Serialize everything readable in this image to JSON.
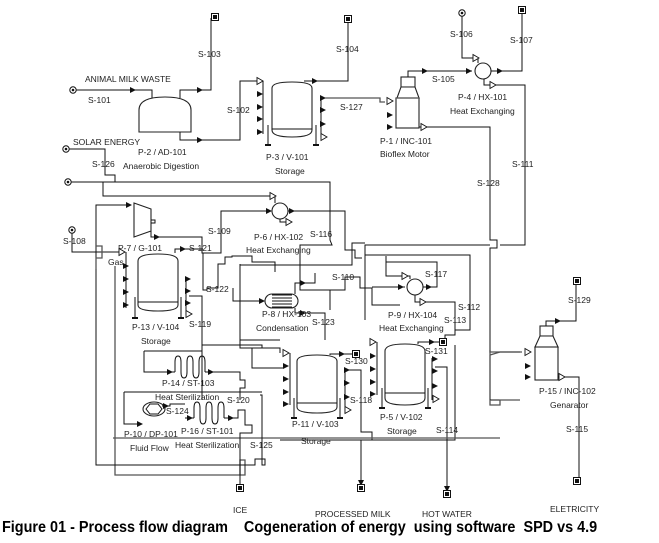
{
  "figure": {
    "caption": "Figure 01 - Process flow diagram    Cogeneration of energy  using software  SPD vs 4.9"
  },
  "labels": {
    "animal_milk_waste": "ANIMAL MILK WASTE",
    "solar_energy": "SOLAR ENERGY",
    "gas": "Gas",
    "ice": "ICE",
    "processed_milk": "PROCESSED MILK",
    "hot_water": "HOT WATER",
    "electricity": "ELETRICITY"
  },
  "equipment": {
    "p2": {
      "id": "P-2 / AD-101",
      "desc": "Anaerobic Digestion"
    },
    "p3": {
      "id": "P-3 / V-101",
      "desc": "Storage"
    },
    "p1": {
      "id": "P-1 / INC-101",
      "desc": "Bioflex Motor"
    },
    "p4": {
      "id": "P-4 / HX-101",
      "desc": "Heat Exchanging"
    },
    "p6": {
      "id": "P-6 / HX-102",
      "desc": "Heat Exchanging"
    },
    "p7": {
      "id": "P-7 / G-101",
      "desc": ""
    },
    "p13": {
      "id": "P-13 / V-104",
      "desc": "Storage"
    },
    "p8": {
      "id": "P-8 / HX-103",
      "desc": "Condensation"
    },
    "p9": {
      "id": "P-9 / HX-104",
      "desc": "Heat Exchanging"
    },
    "p14": {
      "id": "P-14 / ST-103",
      "desc": "Heat Sterilization"
    },
    "p10": {
      "id": "P-10 / DP-101",
      "desc": "Fluid Flow"
    },
    "p16": {
      "id": "P-16 / ST-101",
      "desc": "Heat Sterilization"
    },
    "p11": {
      "id": "P-11 / V-103",
      "desc": "Storage"
    },
    "p5": {
      "id": "P-5 / V-102",
      "desc": "Storage"
    },
    "p15": {
      "id": "P-15 / INC-102",
      "desc": "Genarator"
    }
  },
  "streams": {
    "s101": "S-101",
    "s102": "S-102",
    "s103": "S-103",
    "s104": "S-104",
    "s105": "S-105",
    "s106": "S-106",
    "s107": "S-107",
    "s108": "S-108",
    "s109": "S-109",
    "s110": "S-110",
    "s111": "S-111",
    "s112": "S-112",
    "s113": "S-113",
    "s114": "S-114",
    "s115": "S-115",
    "s116": "S-116",
    "s117": "S-117",
    "s118": "S-118",
    "s119": "S-119",
    "s120": "S-120",
    "s121": "S-121",
    "s122": "S-122",
    "s123": "S-123",
    "s124": "S-124",
    "s125": "S-125",
    "s126": "S-126",
    "s127": "S-127",
    "s128": "S-128",
    "s129": "S-129",
    "s130": "S-130",
    "s131": "S-131"
  }
}
